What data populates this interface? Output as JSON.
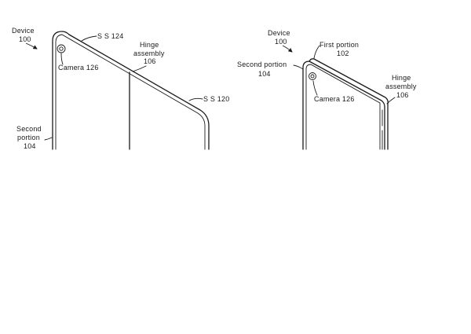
{
  "left_view": {
    "device_label": [
      "Device",
      "100"
    ],
    "ss124_label": "S S 124",
    "camera_label": "Camera 126",
    "hinge_label": [
      "Hinge",
      "assembly",
      "106"
    ],
    "ss120_label": "S S 120",
    "second_portion_label": [
      "Second",
      "portion",
      "104"
    ]
  },
  "right_view": {
    "device_label": [
      "Device",
      "100"
    ],
    "first_portion_label": [
      "First portion",
      "102"
    ],
    "second_portion_label": [
      "Second portion",
      "104"
    ],
    "camera_label": "Camera 126",
    "hinge_label": [
      "Hinge",
      "assembly",
      "106"
    ]
  }
}
